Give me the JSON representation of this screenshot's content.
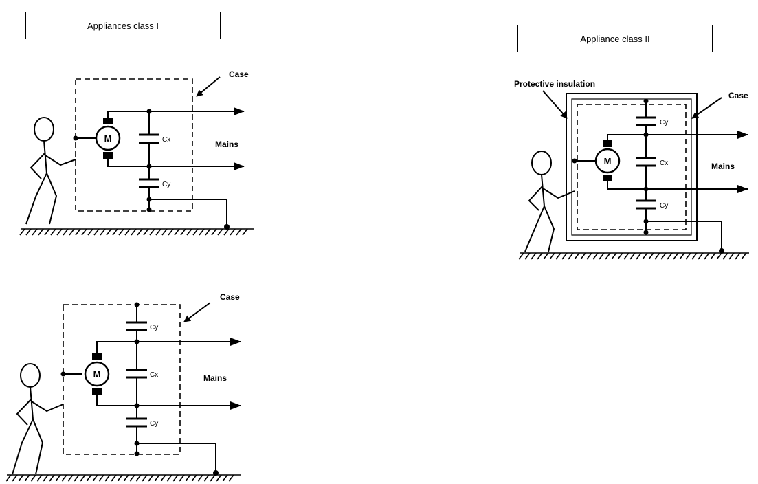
{
  "diagrams": [
    {
      "title": "Appliances class I",
      "case_label": "Case",
      "mains_label": "Mains",
      "motor_label": "M",
      "capacitors": [
        "Cx",
        "Cy"
      ]
    },
    {
      "title": "",
      "case_label": "Case",
      "mains_label": "Mains",
      "motor_label": "M",
      "capacitors": [
        "Cy",
        "Cx",
        "Cy"
      ]
    },
    {
      "title": "Appliance  class II",
      "case_label": "Case",
      "insulation_label": "Protective  insulation",
      "mains_label": "Mains",
      "motor_label": "M",
      "capacitors": [
        "Cy",
        "Cx",
        "Cy"
      ]
    }
  ]
}
